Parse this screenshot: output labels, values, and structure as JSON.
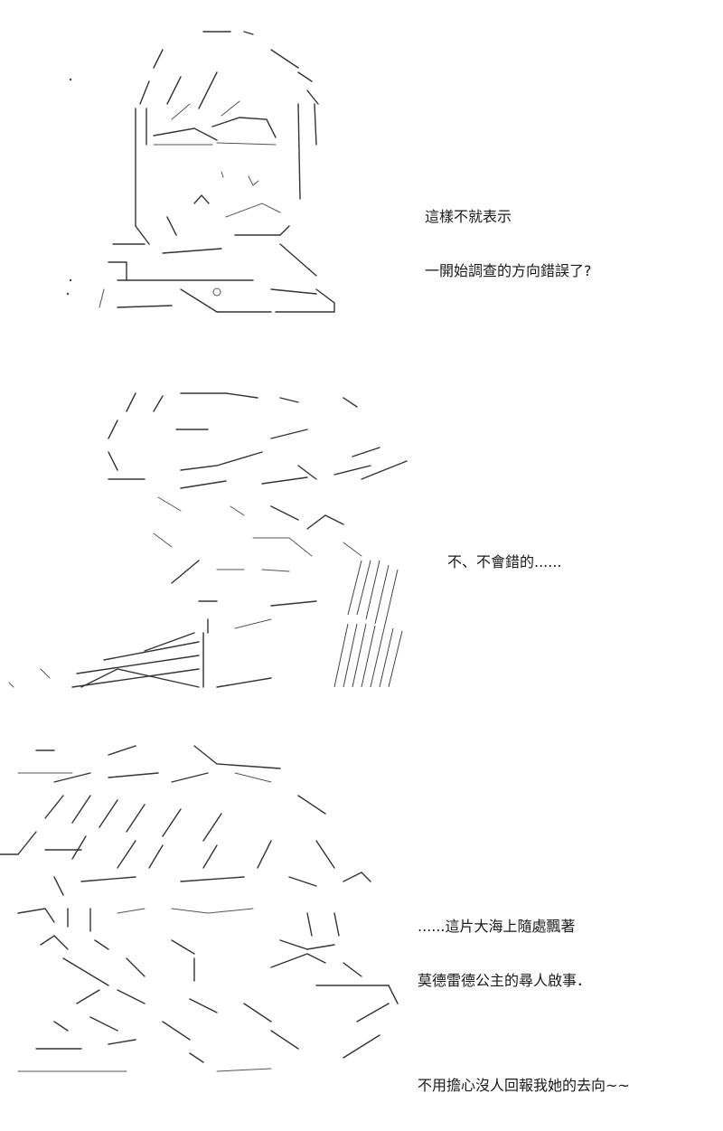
{
  "panels": [
    {
      "lines": [
        "這樣不就表示",
        "一開始調查的方向錯誤了?"
      ]
    },
    {
      "lines": [
        "不、不會錯的......"
      ]
    },
    {
      "lines": [
        "......這片大海上隨處飄著",
        "莫德雷德公主的尋人啟事．",
        "",
        "不用擔心沒人回報我她的去向~~"
      ]
    }
  ],
  "colors": {
    "background": "#ffffff",
    "ink": "#333333"
  }
}
